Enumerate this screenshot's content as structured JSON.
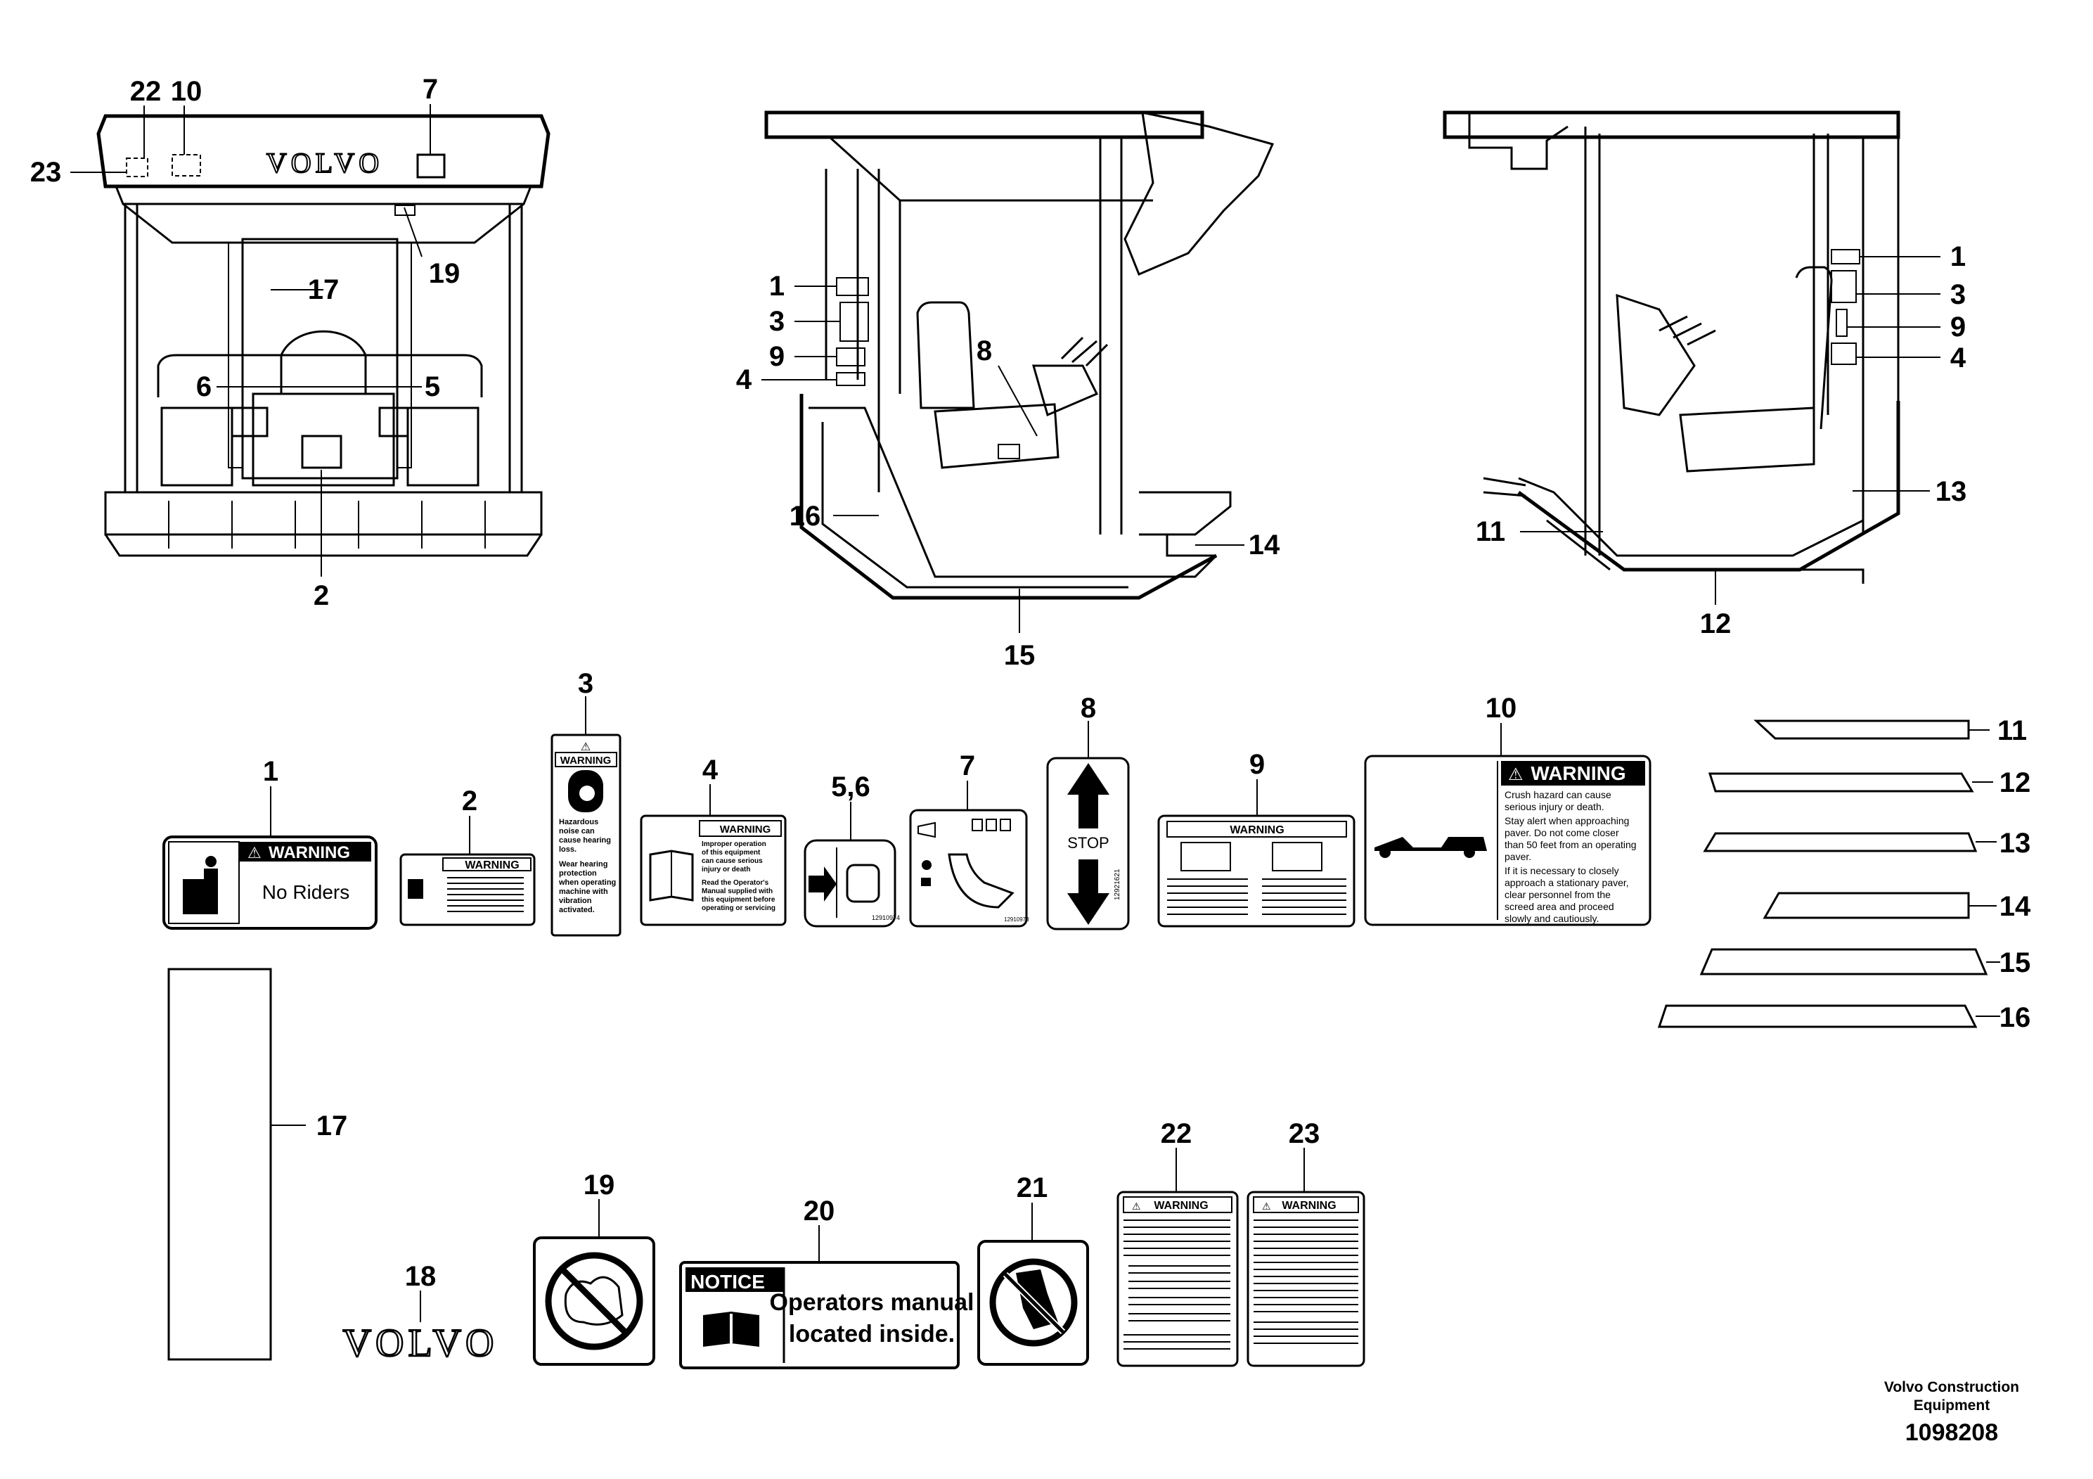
{
  "callouts": {
    "top_left": [
      "22",
      "10",
      "23",
      "7",
      "17",
      "19",
      "6",
      "5",
      "2"
    ],
    "top_middle": [
      "1",
      "3",
      "9",
      "4",
      "8",
      "16",
      "14",
      "15"
    ],
    "top_right": [
      "1",
      "3",
      "9",
      "4",
      "13",
      "11",
      "12"
    ],
    "decals": [
      "1",
      "2",
      "3",
      "4",
      "5,6",
      "7",
      "8",
      "9",
      "10",
      "11",
      "12",
      "13",
      "14",
      "15",
      "16",
      "17",
      "18",
      "19",
      "20",
      "21",
      "22",
      "23"
    ]
  },
  "brand_text": "VOLVO",
  "decal_texts": {
    "d1_header": "WARNING",
    "d1_body": "No Riders",
    "d2_header": "WARNING",
    "d3_header": "WARNING",
    "d3_body": [
      "Hazardous",
      "noise can",
      "cause hearing",
      "loss.",
      "Wear hearing",
      "protection",
      "when operating",
      "machine with",
      "vibration",
      "activated."
    ],
    "d4_header": "WARNING",
    "d4_body": [
      "Improper operation",
      "of this equipment",
      "can cause serious",
      "injury or death",
      "Read the Operator's",
      "Manual supplied with",
      "this equipment before",
      "operating or servicing"
    ],
    "d8_text": "STOP",
    "d9_header": "WARNING",
    "d10_header": "WARNING",
    "d10_body": [
      "Crush hazard can cause",
      "serious injury or death.",
      "Stay alert when approaching",
      "paver.  Do not come closer",
      "than 50 feet from an operating",
      "paver.",
      "If it is necessary to closely",
      "approach a stationary paver,",
      "clear personnel from the",
      "screed area and proceed",
      "slowly and cautiously."
    ],
    "d20_notice": "NOTICE",
    "d20_body": [
      "Operators manual",
      "located inside."
    ],
    "d22_header": "WARNING",
    "d23_header": "WARNING"
  },
  "footer": {
    "company_line1": "Volvo Construction",
    "company_line2": "Equipment",
    "doc_number": "1098208"
  }
}
